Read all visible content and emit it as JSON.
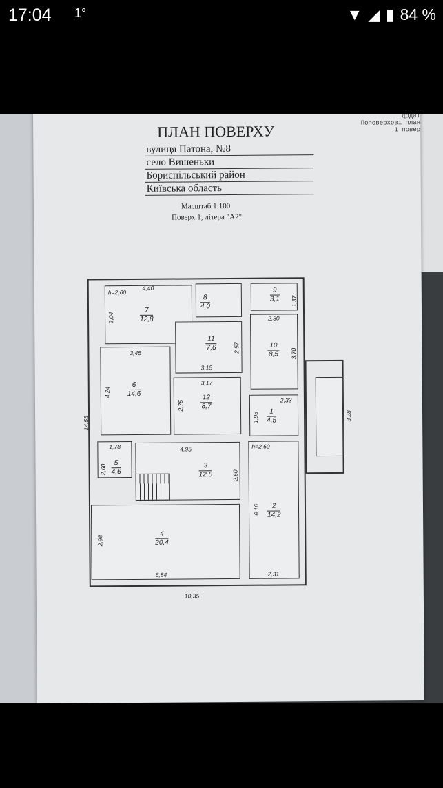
{
  "status_bar": {
    "time": "17:04",
    "notification": "1°",
    "battery": "84 %",
    "icons": [
      "wifi-icon",
      "signal-icon",
      "battery-icon"
    ]
  },
  "document": {
    "title": "ПЛАН ПОВЕРХУ",
    "address": [
      "вулиця Патона, №8",
      "село Вишеньки",
      "Бориспільський район",
      "Київська область"
    ],
    "scale": "Масштаб 1:100",
    "floor": "Поверх 1, літера \"А2\"",
    "corner_note": [
      "Додат",
      "Поповерхові план",
      "1 повер"
    ],
    "rooms": [
      {
        "num": "1",
        "area": "4,5"
      },
      {
        "num": "2",
        "area": "14,2"
      },
      {
        "num": "3",
        "area": "12,5"
      },
      {
        "num": "4",
        "area": "20,4"
      },
      {
        "num": "5",
        "area": "4,6"
      },
      {
        "num": "6",
        "area": "14,6"
      },
      {
        "num": "7",
        "area": "12,8"
      },
      {
        "num": "8",
        "area": "4,0"
      },
      {
        "num": "9",
        "area": "3,1"
      },
      {
        "num": "10",
        "area": "8,5"
      },
      {
        "num": "11",
        "area": "7,6"
      },
      {
        "num": "12",
        "area": "8,7"
      }
    ],
    "dims": {
      "h1": "h=2,60",
      "d440": "4,40",
      "d304": "3,04",
      "d345": "3,45",
      "d424": "4,24",
      "d1455": "14,55",
      "d137": "1,37",
      "d230": "2,30",
      "d370": "3,70",
      "d257": "2,57",
      "d315": "3,15",
      "d317": "3,17",
      "d275": "2,75",
      "d233": "2,33",
      "d195": "1,95",
      "d328": "3,28",
      "d178": "1,78",
      "d495": "4,95",
      "d260a": "2,60",
      "d260b": "2,60",
      "h2": "h=2,60",
      "d616": "6,16",
      "d298": "2,98",
      "d684": "6,84",
      "d231": "2,31",
      "d1035": "10,35"
    }
  }
}
